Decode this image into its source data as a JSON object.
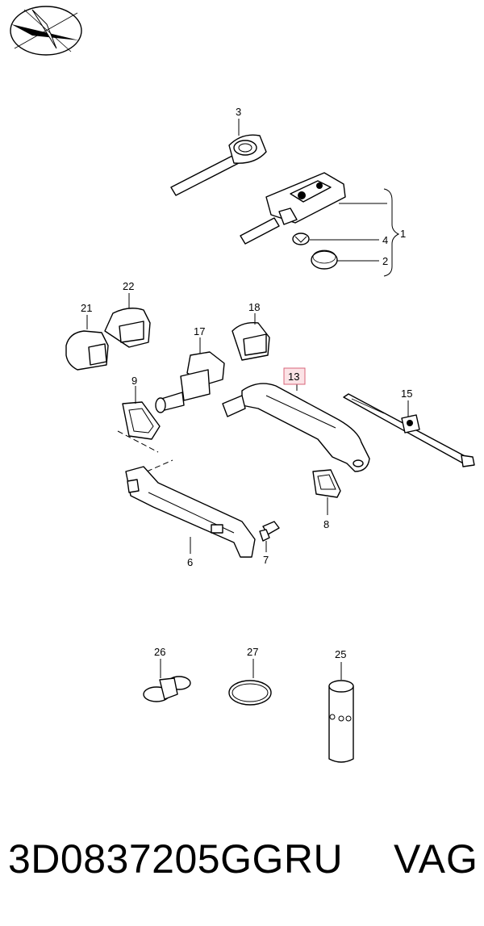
{
  "logo": {
    "icon": "parts-catalog-logo-icon"
  },
  "callouts": [
    "1",
    "2",
    "3",
    "4",
    "6",
    "7",
    "8",
    "9",
    "13",
    "15",
    "17",
    "18",
    "21",
    "22",
    "25",
    "26",
    "27"
  ],
  "highlight_color": "#d8667a",
  "footer": {
    "part_number": "3D0837205GGRU",
    "brand": "VAG"
  }
}
